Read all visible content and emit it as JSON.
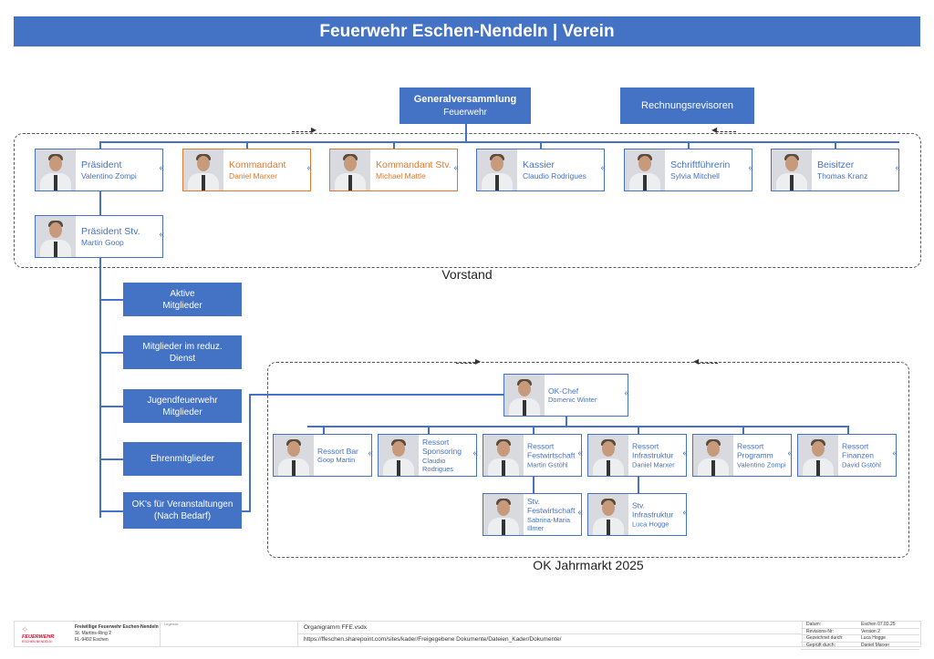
{
  "title": "Feuerwehr Eschen-Nendeln | Verein",
  "top": {
    "general_title": "Generalversammlung",
    "general_sub": "Feuerwehr",
    "revisoren": "Rechnungsrevisoren"
  },
  "vorstand": {
    "label": "Vorstand",
    "members": [
      {
        "role": "Präsident",
        "name": "Valentino Zompi",
        "highlight": false
      },
      {
        "role": "Kommandant",
        "name": "Daniel Marxer",
        "highlight": true
      },
      {
        "role": "Kommandant Stv.",
        "name": "Michael Mattle",
        "highlight": true
      },
      {
        "role": "Kassier",
        "name": "Claudio Rodrigues",
        "highlight": false
      },
      {
        "role": "Schriftführerin",
        "name": "Sylvia Mitchell",
        "highlight": false
      },
      {
        "role": "Beisitzer",
        "name": "Thomas Kranz",
        "highlight": false
      },
      {
        "role": "Präsident Stv.",
        "name": "Martin Goop",
        "highlight": false
      }
    ]
  },
  "groups": [
    "Aktive\nMitglieder",
    "Mitglieder im reduz.\nDienst",
    "Jugendfeuerwehr\nMitglieder",
    "Ehrenmitglieder",
    "OK's für Veranstaltungen\n(Nach Bedarf)"
  ],
  "ok": {
    "label": "OK Jahrmarkt 2025",
    "members": [
      {
        "role": "OK-Chef",
        "name": "Domenic Winter"
      },
      {
        "role": "Ressort Bar",
        "name": "Goop Martin"
      },
      {
        "role": "Ressort Sponsoring",
        "name": "Claudio Rodrigues"
      },
      {
        "role": "Ressort\nFestwirtschaft",
        "name": "Martin Gstöhl"
      },
      {
        "role": "Ressort\nInfrastruktur",
        "name": "Daniel Marxer"
      },
      {
        "role": "Ressort Programm",
        "name": "Valentino Zompi"
      },
      {
        "role": "Ressort Finanzen",
        "name": "David Gstöhl"
      },
      {
        "role": "Stv. Festwirtschaft",
        "name": "Sabrina-Maria Illmer"
      },
      {
        "role": "Stv. Infrastruktur",
        "name": "Luca Hogge"
      }
    ]
  },
  "footer": {
    "logo_text": "FEUERWEHR",
    "logo_sub": "ESCHEN-NENDELN",
    "org": "Freiwillige Feuerwehr Eschen-Nendeln",
    "street": "St. Martins-Ring 2",
    "city": "FL-9492 Eschen",
    "legend": "Legende",
    "file": "Organigramm FFE.vsdx",
    "url": "https://ffeschen.sharepoint.com/sites/kader/Freigegebene Dokumente/Dateien_Kader/Dokumente/",
    "meta": [
      {
        "label": "Datum:",
        "value": "Eschen    07.03.25"
      },
      {
        "label": "Revisions-Nr:",
        "value": "Version 2"
      },
      {
        "label": "Gezeichnet durch:",
        "value": "Luca Hogge"
      },
      {
        "label": "Geprüft durch:",
        "value": "Daniel Marxer"
      }
    ]
  },
  "colors": {
    "primary": "#4472C4",
    "highlight": "#E07A2E"
  }
}
